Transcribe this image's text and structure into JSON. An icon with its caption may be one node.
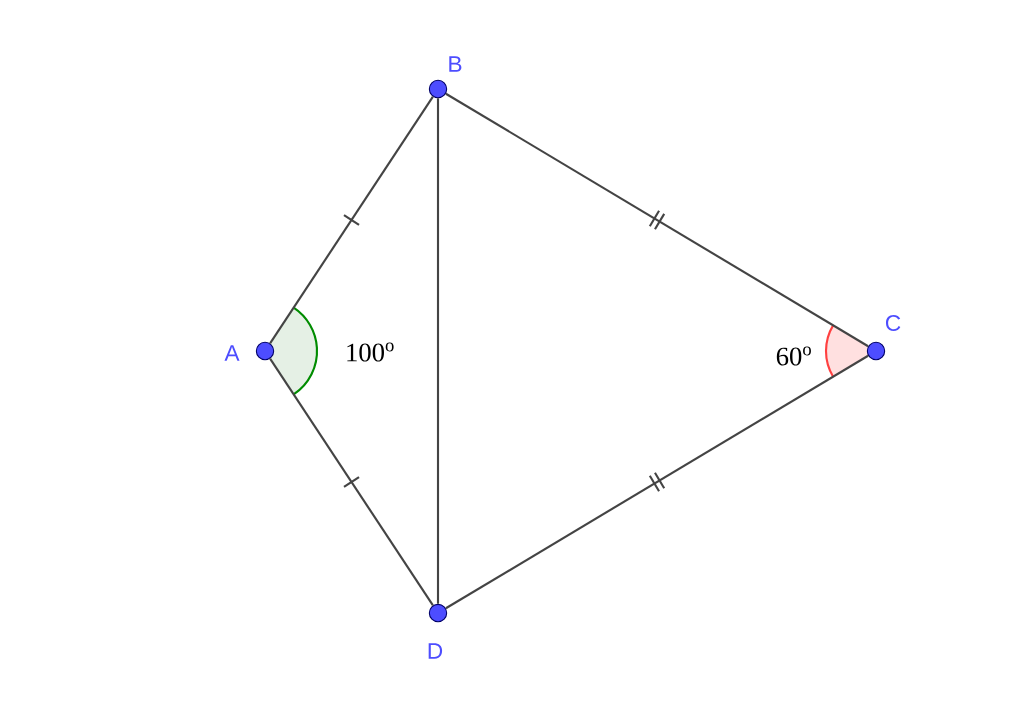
{
  "diagram": {
    "nodes": [
      {
        "text": [
          "A"
        ]
      },
      {
        "text": [
          "B"
        ]
      },
      {
        "text": [
          "C"
        ]
      },
      {
        "text": [
          "D"
        ]
      }
    ],
    "edges": [
      {
        "from": 0,
        "to": 1,
        "arrow": "none"
      },
      {
        "from": 1,
        "to": 2,
        "arrow": "none"
      },
      {
        "from": 2,
        "to": 3,
        "arrow": "none"
      },
      {
        "from": 3,
        "to": 0,
        "arrow": "none"
      },
      {
        "from": 1,
        "to": 3,
        "arrow": "none"
      }
    ],
    "labels": [
      "100$^{o}$",
      "60$^{o}$"
    ]
  }
}
